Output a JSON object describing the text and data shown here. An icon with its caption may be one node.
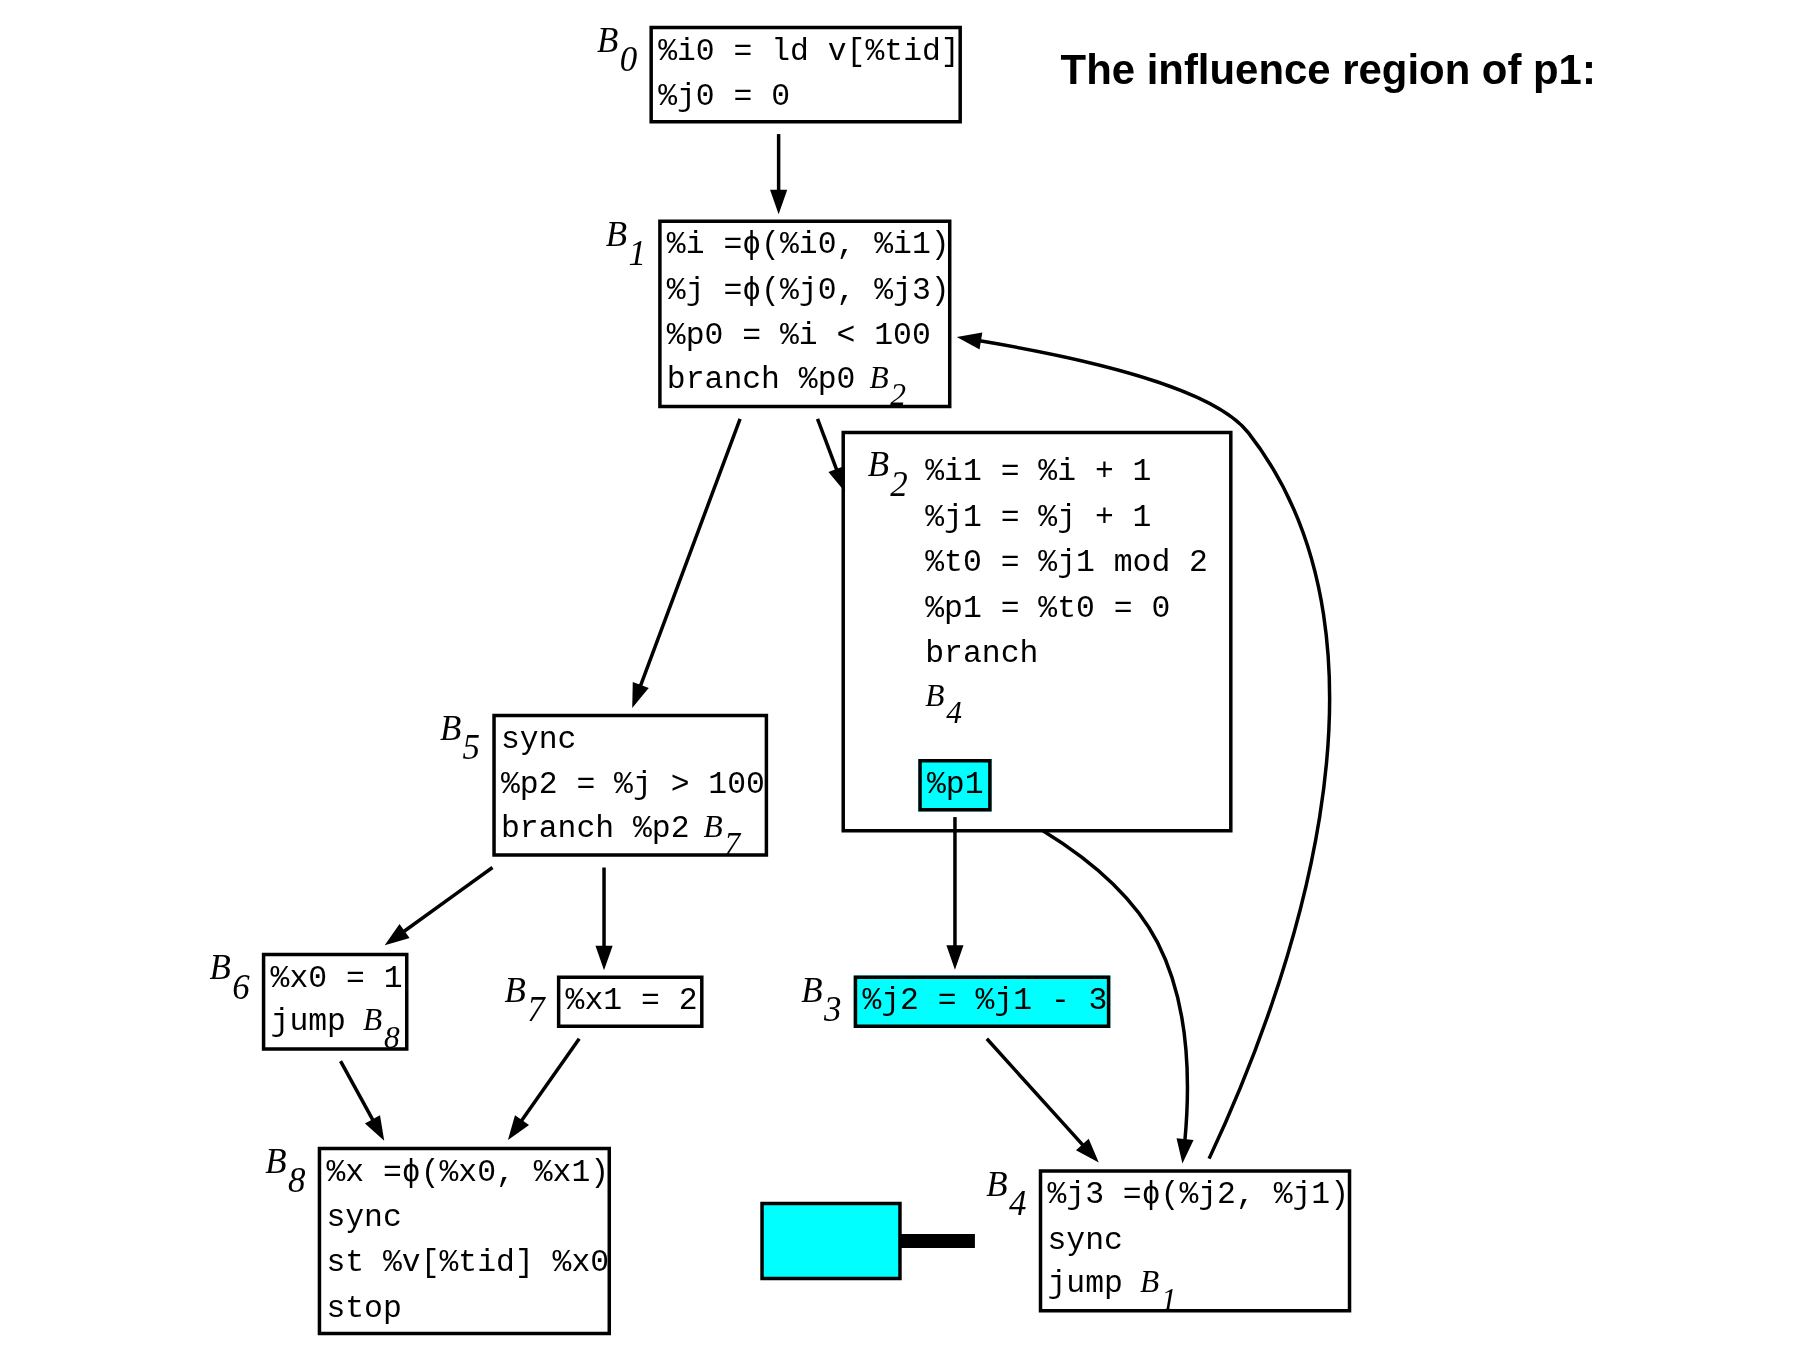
{
  "diagram": {
    "nodes": [
      {
        "text": [
          "%i0 = ld v[%tid]",
          "%j0 = 0"
        ],
        "beside": [
          "*B*$_{0}$"
        ]
      },
      {
        "text": [
          "%i =ϕ(%i0, %i1)",
          "%j =ϕ(%j0, %j3)",
          "%p0 = %i < 100",
          "branch %p0 *B*$_{2}$"
        ],
        "beside": [
          "*B*$_{1}$"
        ]
      },
      {
        "text": [
          "sync",
          "%p2 = %j > 100",
          "branch %p2 *B*$_{7}$"
        ],
        "beside": [
          "*B*$_{5}$"
        ]
      },
      {
        "text": [
          "%i1 = %i + 1",
          "%j1 = %j + 1",
          "%t0 = %j1 mod 2",
          "%p1 = %t0 = 0",
          "branch",
          "*B*$_{4}$"
        ],
        "beside": [
          "*B*$_{2}$"
        ]
      },
      {
        "text": [
          "%p1"
        ],
        "in": 3
      },
      {
        "text": [
          "%x0 = 1",
          "jump *B*$_{8}$"
        ],
        "beside": [
          "*B*$_{6}$"
        ]
      },
      {
        "text": [
          "%x1 = 2"
        ],
        "beside": [
          "*B*$_{7}$"
        ]
      },
      {
        "text": [
          "%j2 = %j1 - 3"
        ],
        "beside": [
          "*B*$_{3}$"
        ]
      },
      {
        "text": [
          "%x =ϕ(%x0, %x1)",
          "sync",
          "st %v[%tid] %x0",
          "stop"
        ],
        "beside": [
          "*B*$_{8}$"
        ]
      },
      {
        "text": [],
        "shape": "box"
      },
      {
        "text": [
          "%j3 =ϕ(%j2, %j1)",
          "sync",
          "jump *B*$_{1}$"
        ],
        "beside": [
          "*B*$_{4}$"
        ]
      }
    ],
    "edges": [
      {
        "from": 0,
        "to": 1,
        "arrow": "to"
      },
      {
        "from": 1,
        "to": 2,
        "arrow": "to"
      },
      {
        "from": 1,
        "to": 3,
        "arrow": "to"
      },
      {
        "from": 2,
        "to": 5,
        "arrow": "to"
      },
      {
        "from": 2,
        "to": 6,
        "arrow": "to"
      },
      {
        "from": 4,
        "to": 7,
        "arrow": "to"
      },
      {
        "from": 5,
        "to": 8,
        "arrow": "to"
      },
      {
        "from": 6,
        "to": 8,
        "arrow": "to"
      },
      {
        "from": 3,
        "to": 10,
        "arrow": "to"
      },
      {
        "from": 7,
        "to": 10,
        "arrow": "to"
      },
      {
        "from": 10,
        "to": 1,
        "arrow": "to"
      },
      {
        "from": 9,
        "to": 10,
        "arrow": "none",
        "style": "thick"
      }
    ],
    "labels": [
      "The influence region of p1:"
    ]
  }
}
